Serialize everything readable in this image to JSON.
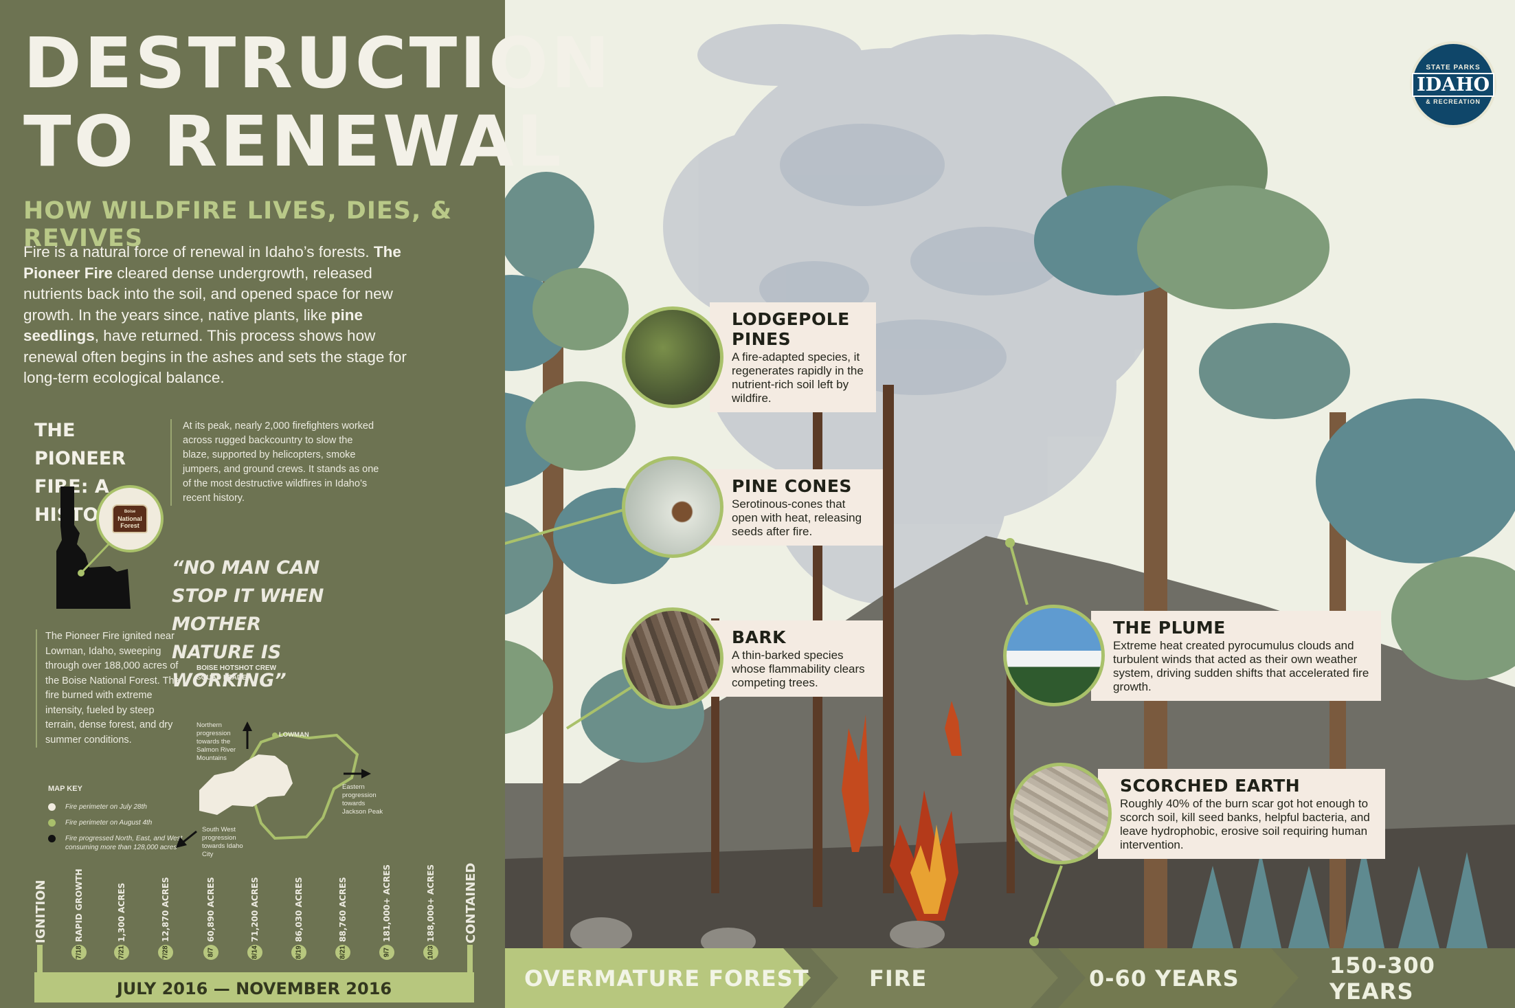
{
  "title_line1": "DESTRUCTION",
  "title_line2": "TO RENEWAL",
  "subtitle": "HOW WILDFIRE LIVES, DIES, & REVIVES",
  "intro": {
    "p1": "Fire is a natural force of renewal in Idaho’s forests.",
    "b1": "The Pioneer Fire",
    "p2": " cleared dense undergrowth, released nutrients back into the soil, and opened space for new growth. In the years since, native plants, like ",
    "b2": "pine seedlings",
    "p3": ", have returned. This process shows how renewal often begins in the ashes and sets the stage for long-term ecological balance."
  },
  "history": {
    "title_line1": "THE PIONEER",
    "title_line2": "FIRE: A HISTORY",
    "text": "At its peak, nearly 2,000 firefighters worked across rugged backcountry to slow the blaze, supported by helicopters, smoke jumpers, and ground crews. It stands as one of the most destructive wildfires in Idaho’s recent history.",
    "sign_line1": "Boise",
    "sign_line2": "National",
    "sign_line3": "Forest"
  },
  "quote": {
    "text": "“NO MAN CAN STOP IT WHEN MOTHER NATURE IS WORKING”",
    "by_line1": "BOISE HOTSHOT CREW",
    "by_line2": "SQUAD LEADER"
  },
  "ignition_text": "The Pioneer Fire ignited near Lowman, Idaho, sweeping through over 188,000 acres of the Boise National Forest. The fire burned with extreme intensity, fueled by steep terrain, dense forest, and dry summer conditions.",
  "map_key": {
    "title": "MAP KEY",
    "items": [
      {
        "label": "Fire perimeter on July 28th",
        "color": "#f1ece0"
      },
      {
        "label": "Fire perimeter on August 4th",
        "color": "#a9bf6b"
      },
      {
        "label": "Fire progressed North, East, and West consuming more than 128,000 acres",
        "color": "#111111"
      }
    ]
  },
  "map": {
    "north": "Northern progression towards the Salmon River Mountains",
    "lowman": "LOWMAN",
    "east": "Eastern progression towards Jackson Peak",
    "southwest": "South West progression towards Idaho City"
  },
  "timeline": {
    "start": "IGNITION",
    "end": "CONTAINED",
    "range": "JULY 2016 — NOVEMBER 2016",
    "events": [
      {
        "date": "7/18",
        "label": "RAPID GROWTH"
      },
      {
        "date": "7/21",
        "label": "1,300 ACRES"
      },
      {
        "date": "7/28",
        "label": "12,870 ACRES"
      },
      {
        "date": "8/7",
        "label": "60,890 ACRES"
      },
      {
        "date": "8/14",
        "label": "71,200 ACRES"
      },
      {
        "date": "8/19",
        "label": "86,030 ACRES"
      },
      {
        "date": "8/21",
        "label": "88,760 ACRES"
      },
      {
        "date": "9/7",
        "label": "181,000+ ACRES"
      },
      {
        "date": "10/3",
        "label": "188,000+ ACRES"
      }
    ]
  },
  "callouts": {
    "lodgepole": {
      "title": "LODGEPOLE PINES",
      "text": "A fire-adapted species, it regenerates rapidly in the nutrient-rich soil left by wildfire."
    },
    "cones": {
      "title": "PINE CONES",
      "text": "Serotinous-cones that open with heat, releasing seeds after fire."
    },
    "bark": {
      "title": "BARK",
      "text": "A thin-barked species whose flammability clears competing trees."
    },
    "plume": {
      "title": "THE PLUME",
      "text": "Extreme heat created pyrocumulus clouds and turbulent winds that acted as their own weather system, driving sudden shifts that accelerated fire growth."
    },
    "scorched": {
      "title": "SCORCHED EARTH",
      "text": "Roughly 40% of the burn scar got hot enough to scorch soil, kill seed banks, helpful bacteria, and leave hydrophobic, erosive soil requiring human intervention."
    }
  },
  "stages": [
    "OVERMATURE FOREST",
    "FIRE",
    "0-60 YEARS",
    "150-300 YEARS"
  ],
  "logo": {
    "top": "STATE PARKS",
    "main": "IDAHO",
    "bottom": "& RECREATION"
  }
}
